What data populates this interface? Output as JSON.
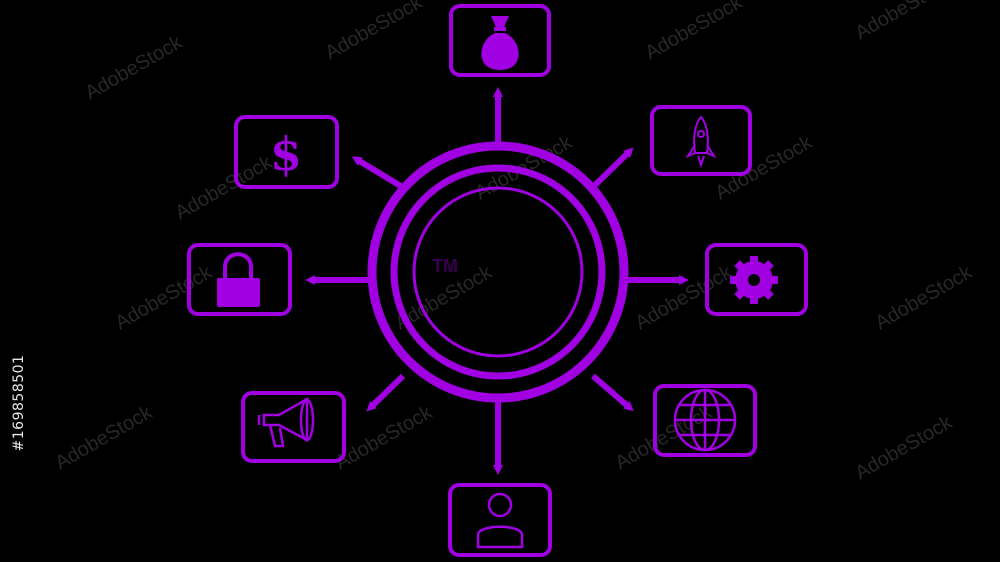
{
  "colors": {
    "accent": "#a100e2",
    "background": "#000000",
    "center_mark": "#3a0050"
  },
  "hub": {
    "center_mark": "TM"
  },
  "nodes": [
    {
      "id": "money-bag",
      "icon": "money-bag-icon"
    },
    {
      "id": "rocket",
      "icon": "rocket-icon"
    },
    {
      "id": "gear",
      "icon": "gear-icon"
    },
    {
      "id": "globe",
      "icon": "globe-icon"
    },
    {
      "id": "user",
      "icon": "user-icon"
    },
    {
      "id": "megaphone",
      "icon": "megaphone-icon"
    },
    {
      "id": "lock",
      "icon": "lock-icon"
    },
    {
      "id": "dollar",
      "icon": "dollar-icon",
      "glyph": "$"
    }
  ],
  "watermark": {
    "text": "AdobeStock",
    "id_text": "#169858501"
  }
}
